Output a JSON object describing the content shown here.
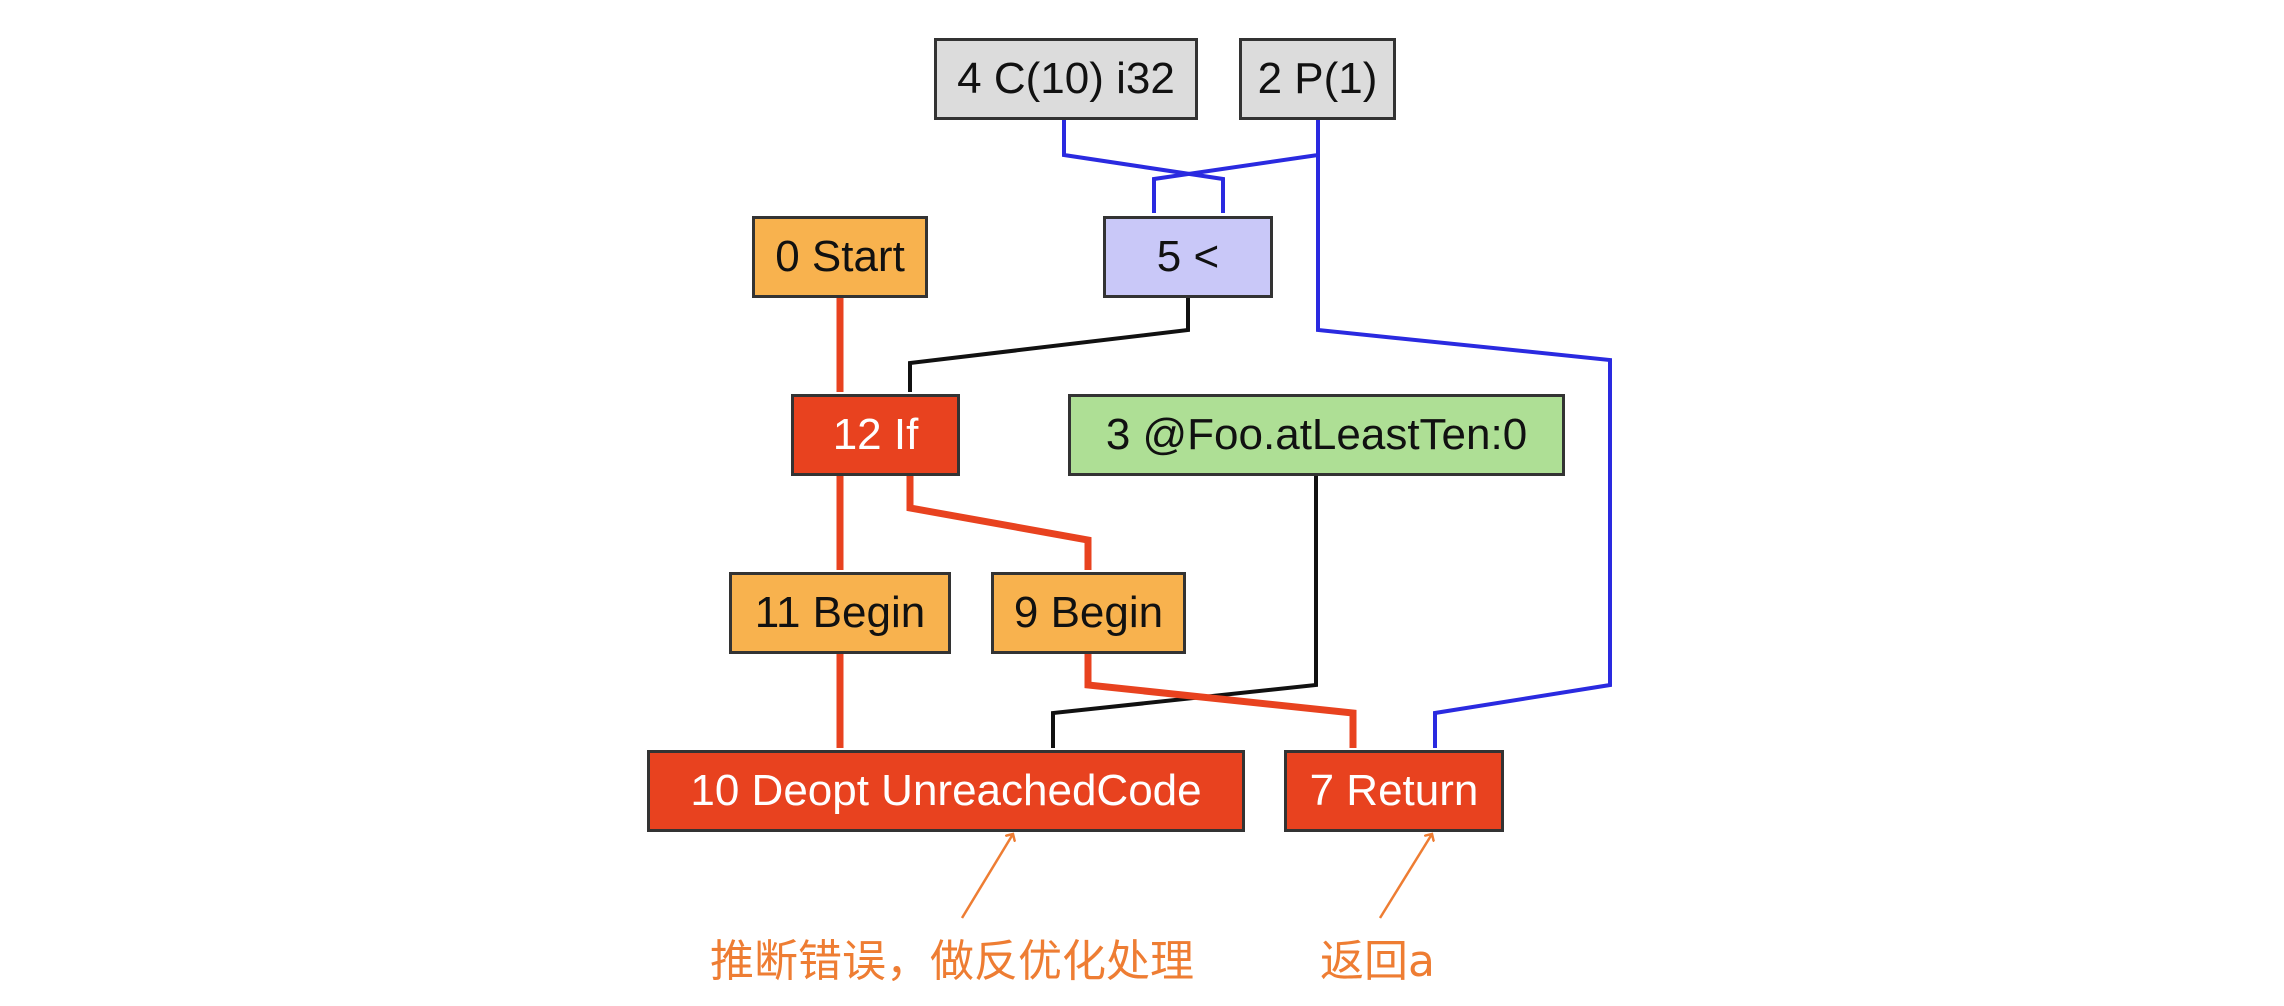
{
  "nodes": {
    "const10": {
      "label": "4 C(10) i32"
    },
    "param1": {
      "label": "2 P(1)"
    },
    "start": {
      "label": "0 Start"
    },
    "less_than": {
      "label": "5 <"
    },
    "if_node": {
      "label": "12 If"
    },
    "frame_state": {
      "label": "3 @Foo.atLeastTen:0"
    },
    "begin11": {
      "label": "11 Begin"
    },
    "begin9": {
      "label": "9 Begin"
    },
    "deopt": {
      "label": "10 Deopt UnreachedCode"
    },
    "return_node": {
      "label": "7 Return"
    }
  },
  "annotations": {
    "deopt_note": "推断错误，做反优化处理",
    "return_note": "返回a"
  },
  "colors": {
    "control_edge": "#e8421f",
    "data_edge": "#2a2ae0",
    "plain_edge": "#111111",
    "annotation": "#ee7d33"
  }
}
